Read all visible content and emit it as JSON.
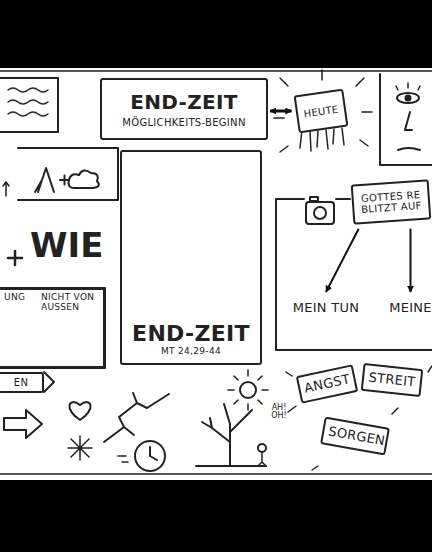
{
  "diagram": {
    "nodes": [
      {
        "text": [
          "END-ZEIT",
          "MÖGLICHKEITS-BEGINN"
        ]
      },
      {
        "text": [
          "HEUTE"
        ]
      },
      {
        "text": [
          "END-ZEIT",
          "MT 24,29-44"
        ]
      },
      {
        "text": [
          "GOTTES RE BLITZT AUF"
        ]
      },
      {
        "text": [
          "MEIN TUN"
        ]
      },
      {
        "text": [
          "MEINE"
        ]
      },
      {
        "text": [
          "UNG",
          "NICHT VON AUSSEN"
        ]
      },
      {
        "text": [
          "EN"
        ]
      },
      {
        "text": [
          "ANGST"
        ]
      },
      {
        "text": [
          "STREIT"
        ]
      },
      {
        "text": [
          "SORGEN"
        ]
      }
    ],
    "edges": [
      {
        "from": 0,
        "to": 1,
        "arrow": "both"
      },
      {
        "from": 3,
        "to": 4,
        "arrow": "to"
      },
      {
        "from": 3,
        "to": 5,
        "arrow": "to"
      }
    ],
    "labels": [
      "WIE",
      "AH! OH!"
    ]
  }
}
